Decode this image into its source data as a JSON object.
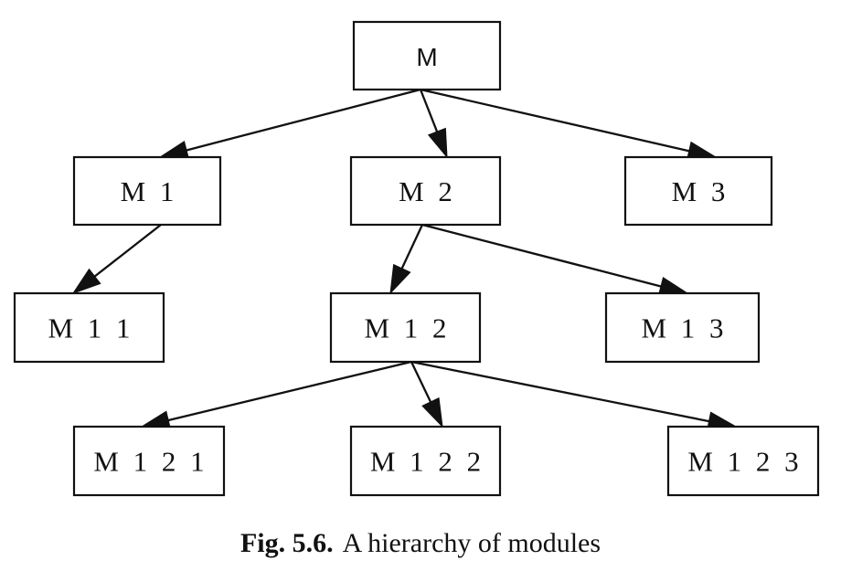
{
  "diagram": {
    "nodes": [
      {
        "id": "M",
        "label": "M",
        "style": "sans"
      },
      {
        "id": "M1",
        "label": "M 1"
      },
      {
        "id": "M2",
        "label": "M 2"
      },
      {
        "id": "M3",
        "label": "M 3"
      },
      {
        "id": "M11",
        "label": "M 1 1"
      },
      {
        "id": "M12",
        "label": "M 1 2"
      },
      {
        "id": "M13",
        "label": "M 1 3"
      },
      {
        "id": "M121",
        "label": "M 1 2 1"
      },
      {
        "id": "M122",
        "label": "M 1 2 2"
      },
      {
        "id": "M123",
        "label": "M 1 2 3"
      }
    ],
    "edges": [
      {
        "from": "M",
        "to": "M1"
      },
      {
        "from": "M",
        "to": "M2"
      },
      {
        "from": "M",
        "to": "M3"
      },
      {
        "from": "M1",
        "to": "M11"
      },
      {
        "from": "M2",
        "to": "M12"
      },
      {
        "from": "M2",
        "to": "M13"
      },
      {
        "from": "M12",
        "to": "M121"
      },
      {
        "from": "M12",
        "to": "M122"
      },
      {
        "from": "M12",
        "to": "M123"
      }
    ]
  },
  "caption": {
    "label": "Fig. 5.6.",
    "text": "A hierarchy of modules"
  }
}
